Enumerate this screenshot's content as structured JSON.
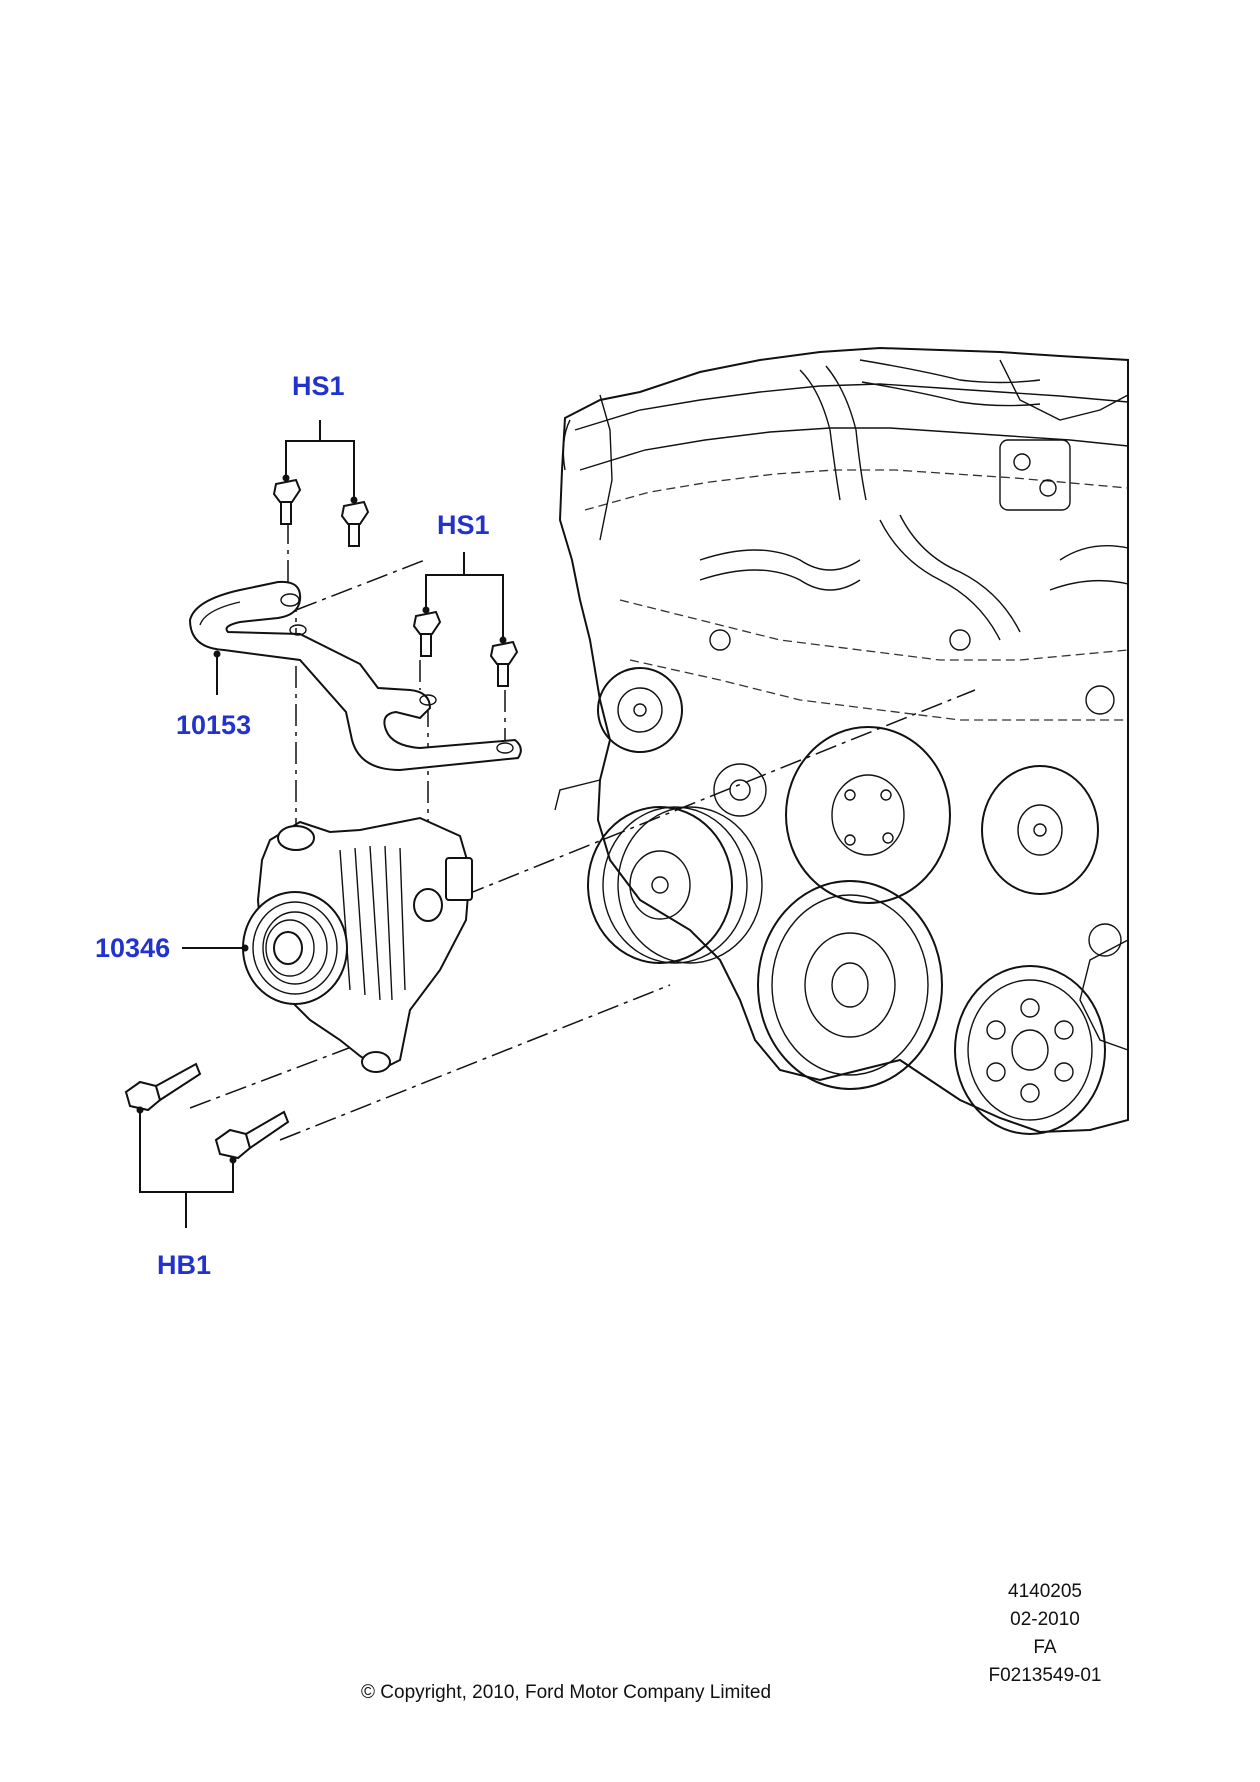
{
  "callouts": {
    "hs1_top": "HS1",
    "hs1_mid": "HS1",
    "bracket": "10153",
    "alternator": "10346",
    "hb1": "HB1"
  },
  "footer": {
    "illustration_number": "4140205",
    "date": "02-2010",
    "code": "FA",
    "figure_id": "F0213549-01",
    "copyright": "© Copyright, 2010, Ford Motor Company Limited"
  },
  "colors": {
    "callout_text": "#2233cc",
    "line": "#111111",
    "background": "#ffffff"
  }
}
